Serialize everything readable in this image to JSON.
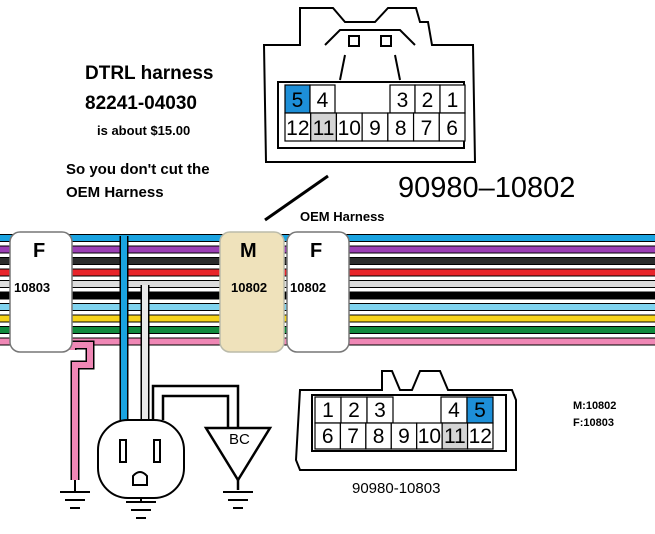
{
  "title": {
    "line1": "DTRL harness",
    "line2": "82241-04030"
  },
  "price_note": "is about $15.00",
  "note": {
    "line1": "So you don't cut the",
    "line2": "OEM Harness"
  },
  "connector_top": {
    "part_number": "90980–10802",
    "row1": [
      "5",
      "4",
      "",
      "3",
      "2",
      "1"
    ],
    "row2": [
      "12",
      "11",
      "10",
      "9",
      "8",
      "7",
      "6"
    ],
    "highlight_blue": "5",
    "highlight_gray": "11"
  },
  "oem_label": "OEM Harness",
  "harness": {
    "left": {
      "gender": "F",
      "number": "10803"
    },
    "mid": {
      "gender": "M",
      "number": "10802"
    },
    "right": {
      "gender": "F",
      "number": "10802"
    }
  },
  "wire_colors": [
    "#1aa3e0",
    "#9b3fb5",
    "#2b2b2b",
    "#e8242a",
    "#dcdcdc",
    "#000000",
    "#7fd3ef",
    "#f6d31a",
    "#108a3c",
    "#ef87b5"
  ],
  "bc_label": "BC",
  "connector_bottom": {
    "part_number": "90980-10803",
    "row1": [
      "1",
      "2",
      "3",
      "",
      "4",
      "5"
    ],
    "row2": [
      "6",
      "7",
      "8",
      "9",
      "10",
      "11",
      "12"
    ],
    "highlight_blue": "5",
    "highlight_gray": "11"
  },
  "key": {
    "m": "M:10802",
    "f": "F:10803"
  },
  "colors": {
    "blue": "#1d8fd8",
    "gray": "#d4d4d4",
    "tan": "#efe2bb",
    "pink": "#ef87b5"
  }
}
